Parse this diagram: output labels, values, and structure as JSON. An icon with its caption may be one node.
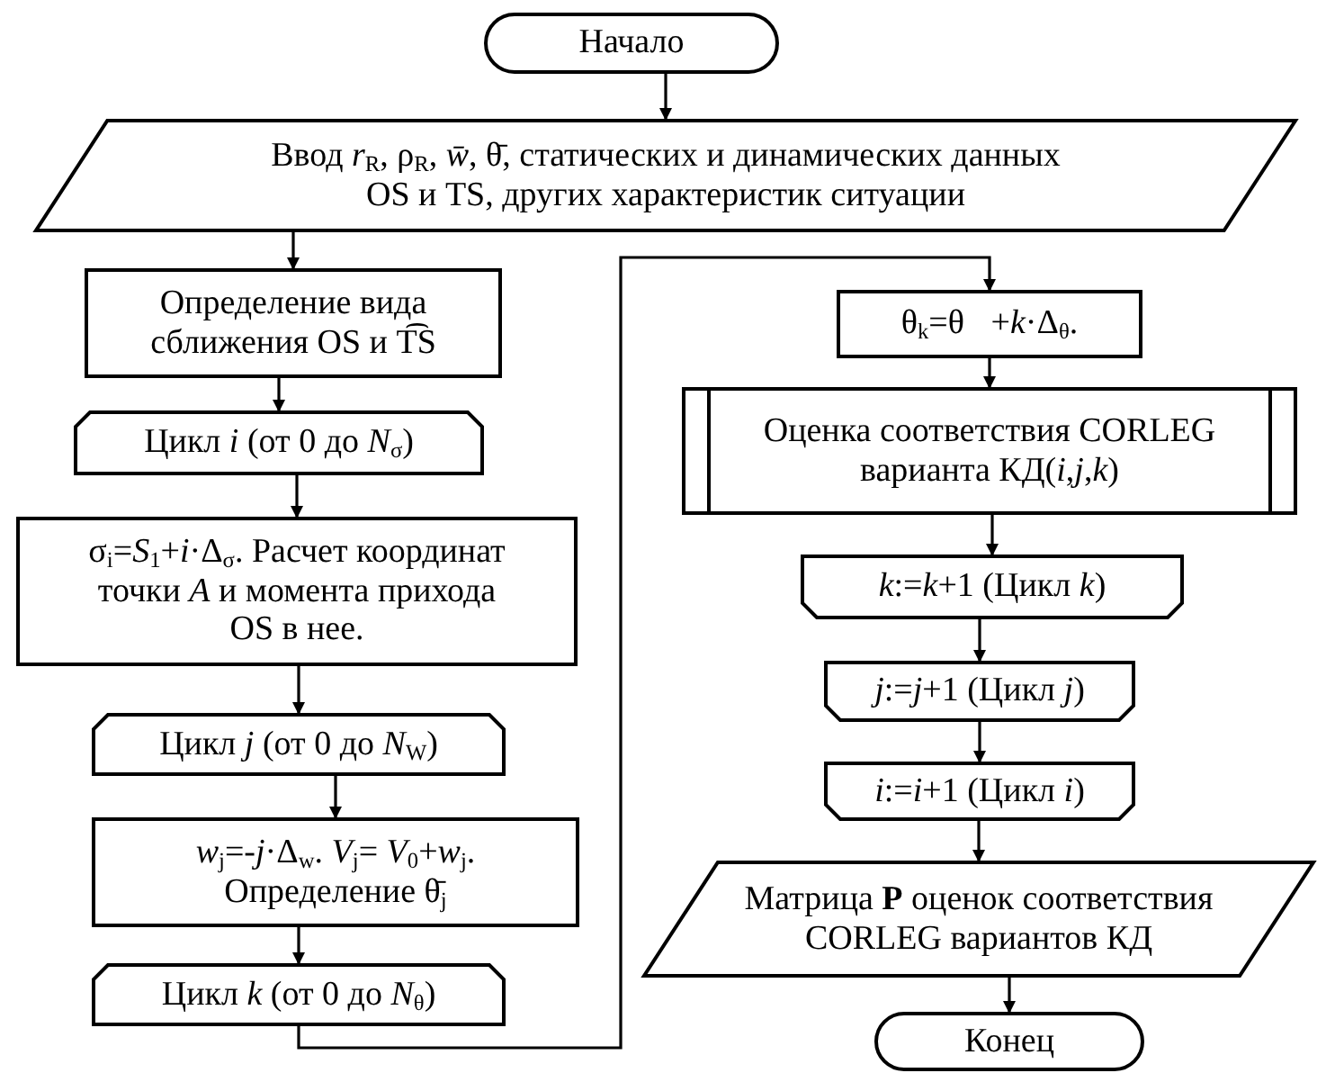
{
  "diagram": {
    "nodes": [
      {
        "text": [
          "Начало"
        ]
      },
      {
        "text": [
          "Ввод *r*$_{R}$, ρ$_{R}$, *w̄*, θ̄, статических и динамических данных OS и TS, других характеристик ситуации"
        ]
      },
      {
        "text": [
          "Определение вида сближения OS и T͡S"
        ]
      },
      {
        "text": [
          "Цикл *i* (от 0 до *N*$_{σ}$)"
        ]
      },
      {
        "text": [
          "σ$_{i}$=*S*$_{1}$+*i*·Δ$_{σ}$. Расчет координат точки *A* и момента прихода OS в нее."
        ]
      },
      {
        "text": [
          "Цикл *j* (от 0 до *N*$_{W}$)"
        ]
      },
      {
        "text": [
          "*w*$_{j}$=-*j*·Δ$_{w}$.  *V*$_{j}$= *V*$_{0}$+*w*$_{j}$. Определение θ̄$_{j}$"
        ]
      },
      {
        "text": [
          "Цикл *k* (от 0 до *N*$_{θ}$)"
        ]
      },
      {
        "text": [
          "θ$_{k}$=θ⃖+*k*·Δ$_{θ}$."
        ]
      },
      {
        "text": [
          "Оценка соответствия CORLEG варианта КД(*i*,*j*,*k*)"
        ]
      },
      {
        "text": [
          "*k*:=*k*+1 (Цикл *k*)"
        ]
      },
      {
        "text": [
          "*j*:=*j*+1 (Цикл *j*)"
        ]
      },
      {
        "text": [
          "*i*:=*i*+1 (Цикл *i*)"
        ]
      },
      {
        "text": [
          "Матрица **P** оценок соответствия CORLEG вариантов КД"
        ]
      },
      {
        "text": [
          "Конец"
        ]
      }
    ],
    "edges": [
      {
        "from": 0,
        "to": 1,
        "arrow": "to"
      },
      {
        "from": 1,
        "to": 2,
        "arrow": "to"
      },
      {
        "from": 2,
        "to": 3,
        "arrow": "to"
      },
      {
        "from": 3,
        "to": 4,
        "arrow": "to"
      },
      {
        "from": 4,
        "to": 5,
        "arrow": "to"
      },
      {
        "from": 5,
        "to": 6,
        "arrow": "to"
      },
      {
        "from": 6,
        "to": 7,
        "arrow": "to"
      },
      {
        "from": 7,
        "to": 8,
        "arrow": "to"
      },
      {
        "from": 8,
        "to": 9,
        "arrow": "to"
      },
      {
        "from": 9,
        "to": 10,
        "arrow": "to"
      },
      {
        "from": 10,
        "to": 11,
        "arrow": "to"
      },
      {
        "from": 11,
        "to": 12,
        "arrow": "to"
      },
      {
        "from": 12,
        "to": 13,
        "arrow": "to"
      },
      {
        "from": 13,
        "to": 14,
        "arrow": "to"
      }
    ]
  }
}
